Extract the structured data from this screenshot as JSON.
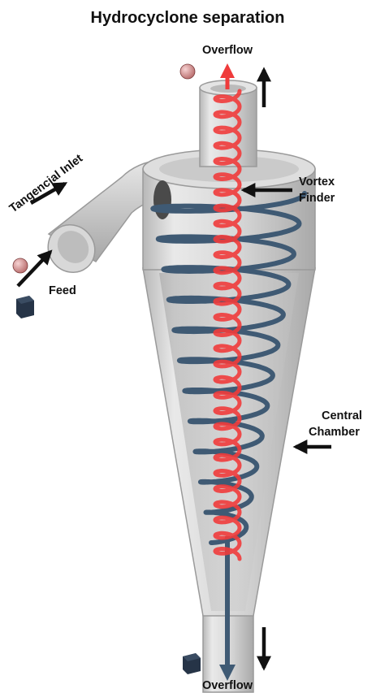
{
  "title": "Hydrocyclone separation",
  "labels": {
    "overflow_top": "Overflow",
    "tangential_inlet": "Tangencial Inlet",
    "feed": "Feed",
    "vortex_finder_line1": "Vortex",
    "vortex_finder_line2": "Finder",
    "central_chamber_line1": "Central",
    "central_chamber_line2": "Chamber",
    "overflow_bottom": "Overflow"
  },
  "colors": {
    "body_light": "#e6e6e6",
    "body_mid": "#cfcfcf",
    "body_dark": "#a8a8a8",
    "outer_spiral": "#3f5a74",
    "inner_spiral": "#ef3b3b",
    "particle_sphere": "#e09b9b",
    "particle_cube": "#263447",
    "arrow": "#111111"
  },
  "icons": {
    "sphere": "sphere-particle-icon",
    "cube": "cube-particle-icon"
  }
}
